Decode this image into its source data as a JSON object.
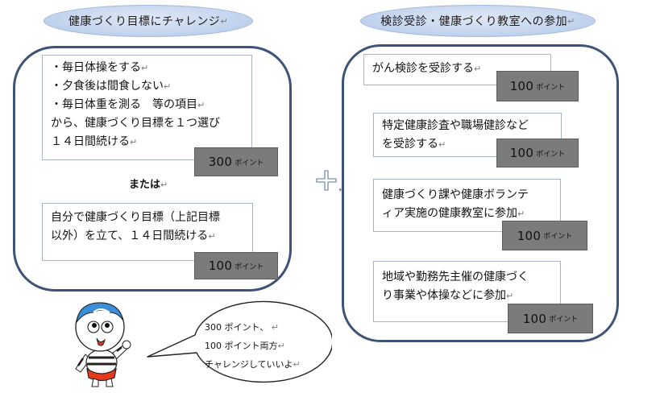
{
  "left": {
    "header": "健康づくり目標にチャレンジ",
    "card1": {
      "lines": [
        "・毎日体操をする",
        "・夕食後は間食しない",
        "・毎日体重を測る　等の項目",
        "から、健康づくり目標を１つ選び",
        "１４日間続ける"
      ]
    },
    "points1": {
      "value": "300",
      "unit": "ポイント"
    },
    "or": "または",
    "card2": {
      "lines": [
        "自分で健康づくり目標（上記目標",
        "以外）を立て、１４日間続ける"
      ]
    },
    "points2": {
      "value": "100",
      "unit": "ポイント"
    }
  },
  "right": {
    "header": "検診受診・健康づくり教室への参加",
    "items": [
      {
        "lines": [
          "がん検診を受診する"
        ],
        "points": "100",
        "unit": "ポイント"
      },
      {
        "lines": [
          "特定健康診査や職場健診など",
          "を受診する"
        ],
        "points": "100",
        "unit": "ポイント"
      },
      {
        "lines": [
          "健康づくり課や健康ボランテ",
          "ィア実施の健康教室に参加"
        ],
        "points": "100",
        "unit": "ポイント"
      },
      {
        "lines": [
          "地域や勤務先主催の健康づく",
          "り事業や体操などに参加"
        ],
        "points": "100",
        "unit": "ポイント"
      }
    ]
  },
  "speech": {
    "lines": [
      "300 ポイント、",
      "100 ポイント両方",
      "チャレンジしていいよ"
    ]
  },
  "colors": {
    "panel_border": "#3d5478",
    "oval_fill": "#c5d5ee",
    "points_fill": "#7b7b7b",
    "plus_color": "#8ea2bf"
  },
  "icons": {
    "plus": "plus-icon",
    "mascot": "mascot-character",
    "paragraph_mark": "↵"
  }
}
